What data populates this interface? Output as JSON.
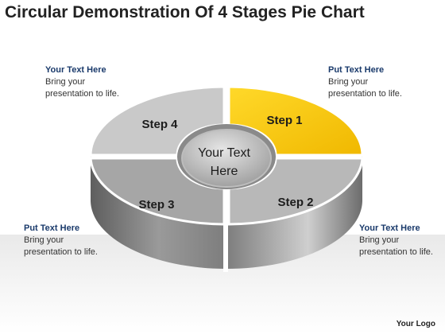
{
  "title": "Circular Demonstration Of 4 Stages Pie Chart",
  "center_text": [
    "Your Text",
    "Here"
  ],
  "steps": [
    {
      "label": "Step 1",
      "color": "#f5c400"
    },
    {
      "label": "Step 2",
      "color": "#b9b9b9"
    },
    {
      "label": "Step 3",
      "color": "#a9a9a9"
    },
    {
      "label": "Step 4",
      "color": "#c8c8c8"
    }
  ],
  "callouts": {
    "top_left": {
      "heading": "Your Text Here",
      "line1": "Bring your",
      "line2": "presentation to life."
    },
    "top_right": {
      "heading": "Put Text Here",
      "line1": "Bring your",
      "line2": "presentation to life."
    },
    "bottom_left": {
      "heading": "Put Text Here",
      "line1": "Bring your",
      "line2": "presentation to life."
    },
    "bottom_right": {
      "heading": "Your Text Here",
      "line1": "Bring your",
      "line2": "presentation to life."
    }
  },
  "logo": "Your Logo"
}
